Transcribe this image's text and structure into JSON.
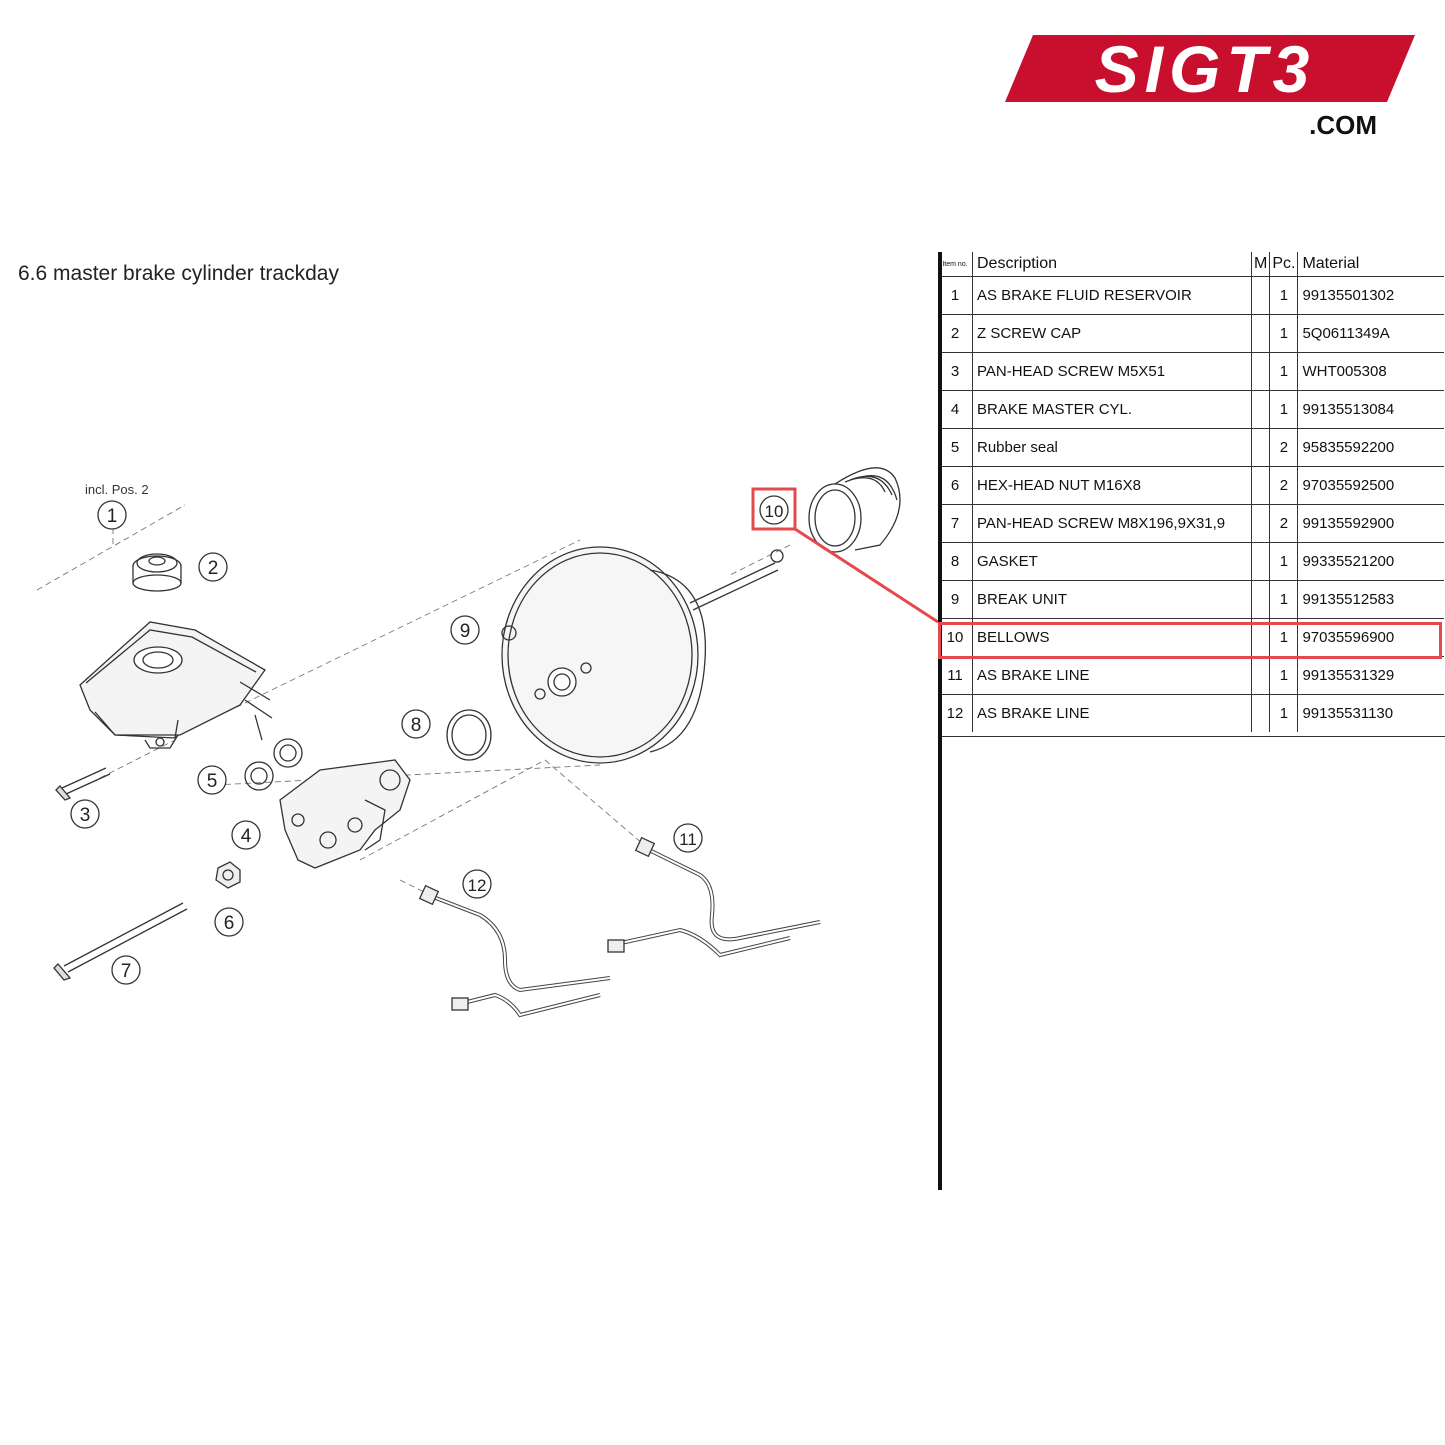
{
  "logo": {
    "text": "SIGT3",
    "suffix": ".COM",
    "color": "#c8102e"
  },
  "title": "6.6  master brake cylinder trackday",
  "diagram": {
    "note": "incl. Pos. 2",
    "callouts": [
      "1",
      "2",
      "3",
      "4",
      "5",
      "6",
      "7",
      "8",
      "9",
      "10",
      "11",
      "12"
    ],
    "highlight_color": "#e5484d"
  },
  "table": {
    "headers": {
      "item": "Item no.",
      "description": "Description",
      "m": "M",
      "pc": "Pc.",
      "material": "Material"
    },
    "rows": [
      {
        "item": "1",
        "description": "AS BRAKE FLUID RESERVOIR",
        "m": "",
        "pc": "1",
        "material": "99135501302"
      },
      {
        "item": "2",
        "description": "Z SCREW CAP",
        "m": "",
        "pc": "1",
        "material": "5Q0611349A"
      },
      {
        "item": "3",
        "description": "PAN-HEAD SCREW M5X51",
        "m": "",
        "pc": "1",
        "material": "WHT005308"
      },
      {
        "item": "4",
        "description": "BRAKE MASTER CYL.",
        "m": "",
        "pc": "1",
        "material": "99135513084"
      },
      {
        "item": "5",
        "description": "Rubber seal",
        "m": "",
        "pc": "2",
        "material": "95835592200"
      },
      {
        "item": "6",
        "description": "HEX-HEAD NUT M16X8",
        "m": "",
        "pc": "2",
        "material": "97035592500"
      },
      {
        "item": "7",
        "description": "PAN-HEAD SCREW M8X196,9X31,9",
        "m": "",
        "pc": "2",
        "material": "99135592900"
      },
      {
        "item": "8",
        "description": "GASKET",
        "m": "",
        "pc": "1",
        "material": "99335521200"
      },
      {
        "item": "9",
        "description": "BREAK UNIT",
        "m": "",
        "pc": "1",
        "material": "99135512583"
      },
      {
        "item": "10",
        "description": "BELLOWS",
        "m": "",
        "pc": "1",
        "material": "97035596900",
        "highlighted": true
      },
      {
        "item": "11",
        "description": "AS BRAKE LINE",
        "m": "",
        "pc": "1",
        "material": "99135531329"
      },
      {
        "item": "12",
        "description": "AS BRAKE LINE",
        "m": "",
        "pc": "1",
        "material": "99135531130"
      }
    ]
  }
}
